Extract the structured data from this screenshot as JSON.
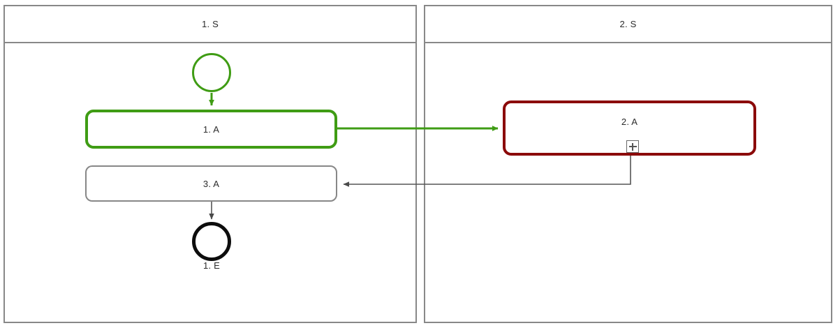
{
  "diagram": {
    "type": "bpmn-collaboration",
    "colors": {
      "pool_border": "#888888",
      "default_shape": "#878787",
      "highlight_green": "#3f9c14",
      "highlight_red": "#8b0a0a",
      "end_event": "#0d0d0d",
      "text": "#2b2b2b",
      "background": "#ffffff"
    }
  },
  "pools": [
    {
      "id": "pool-1",
      "header_label": "1. S",
      "elements": {
        "start_event": {
          "label": "",
          "type": "start-event",
          "highlight": "green"
        },
        "task_1": {
          "label": "1. A",
          "type": "task",
          "highlight": "green"
        },
        "task_3": {
          "label": "3. A",
          "type": "task",
          "highlight": "none"
        },
        "end_event": {
          "label": "1. E",
          "type": "end-event",
          "highlight": "black"
        }
      }
    },
    {
      "id": "pool-2",
      "header_label": "2. S",
      "elements": {
        "task_2": {
          "label": "2. A",
          "type": "sub-process",
          "marker": "+",
          "highlight": "red"
        }
      }
    }
  ],
  "flows": [
    {
      "id": "flow-start-to-1a",
      "from": "start_event",
      "to": "task_1",
      "style": "green-sequence"
    },
    {
      "id": "flow-1a-to-2a",
      "from": "task_1",
      "to": "task_2",
      "style": "green-message"
    },
    {
      "id": "flow-2a-to-3a",
      "from": "task_2",
      "to": "task_3",
      "style": "gray-message"
    },
    {
      "id": "flow-3a-to-end",
      "from": "task_3",
      "to": "end_event",
      "style": "gray-sequence"
    }
  ]
}
